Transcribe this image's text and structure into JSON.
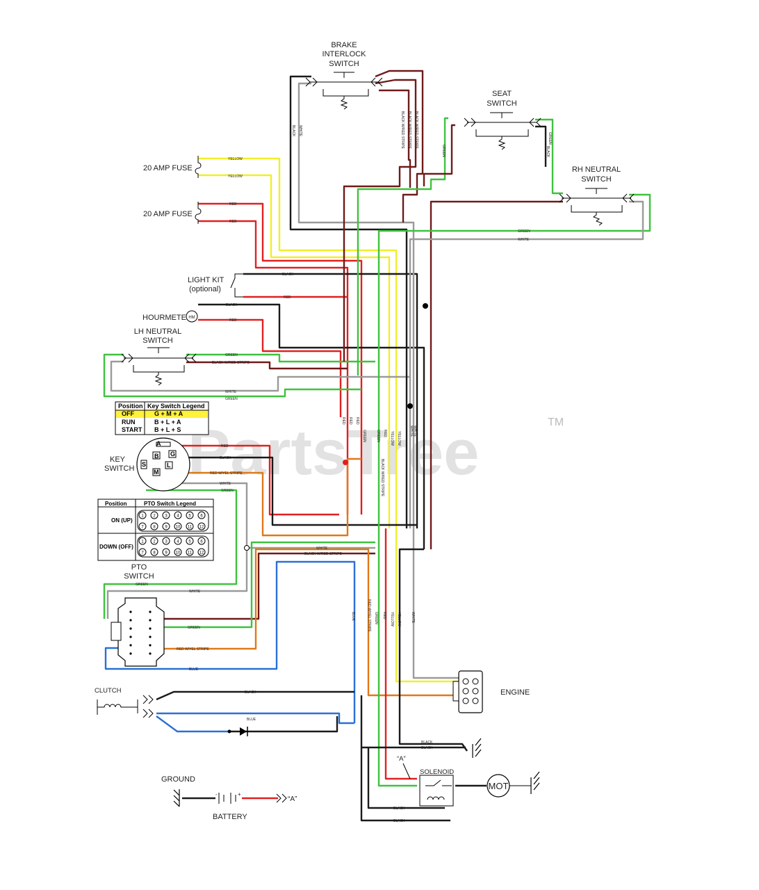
{
  "watermark": {
    "text": "PartsTree",
    "tm": "TM"
  },
  "components": {
    "brake_switch": [
      "BRAKE",
      "INTERLOCK",
      "SWITCH"
    ],
    "seat_switch": [
      "SEAT",
      "SWITCH"
    ],
    "rh_neutral": [
      "RH NEUTRAL",
      "SWITCH"
    ],
    "lh_neutral": [
      "LH NEUTRAL",
      "SWITCH"
    ],
    "fuse1": "20 AMP FUSE",
    "fuse2": "20 AMP FUSE",
    "light_kit": [
      "LIGHT KIT",
      "(optional)"
    ],
    "hourmeter": "HOURMETER",
    "key_switch": [
      "KEY",
      "SWITCH"
    ],
    "pto_switch": [
      "PTO",
      "SWITCH"
    ],
    "engine": "ENGINE",
    "clutch": "CLUTCH",
    "ground": "GROUND",
    "battery": "BATTERY",
    "solenoid": "SOLENOID",
    "motor": "MOT",
    "ref_a": "“A”",
    "batt_a": "“A”",
    "hm_icon": "HM"
  },
  "key_legend": {
    "headers": [
      "Position",
      "Key Switch Legend"
    ],
    "rows": [
      {
        "pos": "OFF",
        "val": "G + M + A"
      },
      {
        "pos": "RUN",
        "val": "B + L + A"
      },
      {
        "pos": "START",
        "val": "B + L + S"
      }
    ],
    "terminals": [
      "A",
      "B",
      "G",
      "S",
      "L",
      "M"
    ]
  },
  "pto_legend": {
    "headers": [
      "Position",
      "PTO Switch Legend"
    ],
    "rows": [
      "ON (UP)",
      "DOWN (OFF)"
    ],
    "pins_top": [
      "1",
      "2",
      "3",
      "4",
      "5",
      "6"
    ],
    "pins_bottom": [
      "7",
      "8",
      "9",
      "10",
      "11",
      "12"
    ]
  },
  "wire_labels": {
    "yellow": "YELLOW",
    "red": "RED",
    "black": "BLACK",
    "white": "WHITE",
    "green": "GREEN",
    "blue": "BLUE",
    "bk_red": "BLACK W/RED STRIPE",
    "red_yel": "RED W/YEL STRIPE"
  },
  "colors": {
    "black": "#1a1a1a",
    "red": "#e02020",
    "yellow": "#f2ee2a",
    "green": "#3ec23e",
    "white": "#9a9a9a",
    "blue": "#2a6fd6",
    "orange": "#e07818",
    "maroon": "#6e1a1a",
    "highlight": "#fff23a"
  }
}
